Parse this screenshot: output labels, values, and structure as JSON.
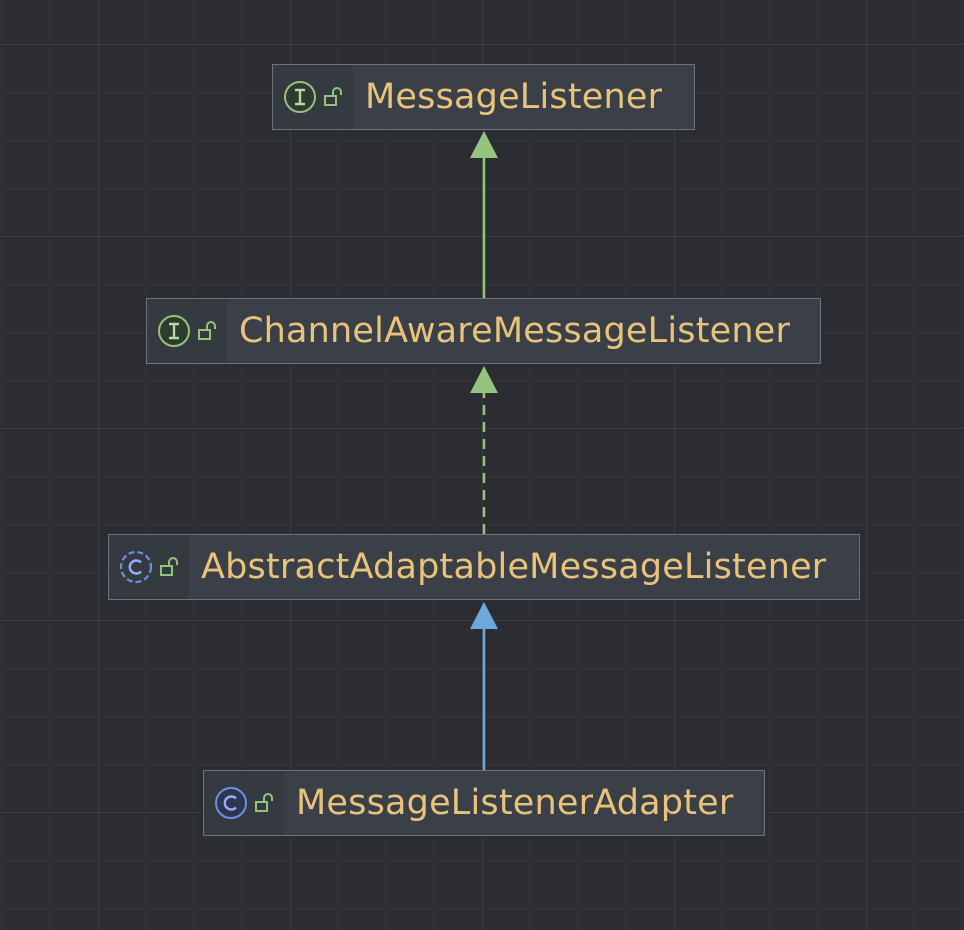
{
  "diagram": {
    "nodes": [
      {
        "id": "message-listener",
        "label": "MessageListener",
        "kind": "interface"
      },
      {
        "id": "channel-aware-message-listener",
        "label": "ChannelAwareMessageListener",
        "kind": "interface"
      },
      {
        "id": "abstract-adaptable-message-listener",
        "label": "AbstractAdaptableMessageListener",
        "kind": "abstract-class"
      },
      {
        "id": "message-listener-adapter",
        "label": "MessageListenerAdapter",
        "kind": "class"
      }
    ],
    "edges": [
      {
        "from": "channel-aware-message-listener",
        "to": "message-listener",
        "type": "extends",
        "color": "#93c47d",
        "dashed": false
      },
      {
        "from": "abstract-adaptable-message-listener",
        "to": "channel-aware-message-listener",
        "type": "implements",
        "color": "#93c47d",
        "dashed": true
      },
      {
        "from": "message-listener-adapter",
        "to": "abstract-adaptable-message-listener",
        "type": "extends",
        "color": "#6fa8dc",
        "dashed": false
      }
    ],
    "colors": {
      "background": "#2b2d33",
      "node_fill": "#3b3f47",
      "node_border": "#6d737e",
      "label_text": "#e8c47b",
      "interface_icon": "#93c47d",
      "class_icon": "#6e8fe6",
      "lock_icon": "#93c47d"
    },
    "icons": {
      "interface": "interface-icon",
      "abstract-class": "abstract-class-icon",
      "class": "class-icon",
      "visibility": "unlocked-icon"
    }
  }
}
